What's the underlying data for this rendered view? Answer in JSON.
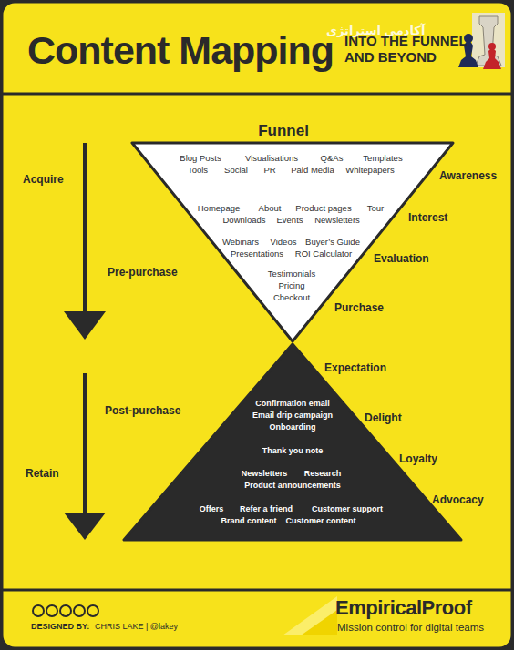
{
  "diagram": {
    "title": "Content Mapping",
    "nodes": [
      {
        "text": [
          "Funnel",
          "Blog Posts",
          "Visualisations",
          "Q&As",
          "Templates",
          "Tools",
          "Social",
          "PR",
          "Paid Media",
          "Whitepapers",
          "Homepage",
          "About",
          "Product pages",
          "Tour",
          "Downloads",
          "Events",
          "Newsletters",
          "Webinars",
          "Videos",
          "Buyer’s Guide",
          "Presentations",
          "ROI Calculator",
          "Testimonials",
          "Pricing",
          "Checkout"
        ]
      },
      {
        "text": [
          "Confirmation email",
          "Email drip campaign",
          "Onboarding",
          "Thank you note",
          "Newsletters",
          "Research",
          "Product announcements",
          "Offers",
          "Refer a friend",
          "Customer support",
          "Brand content",
          "Customer content"
        ]
      }
    ],
    "labels": [
      "INTO THE FUNNEL",
      "AND BEYOND",
      "آکادمی استراتژی",
      "Acquire",
      "Pre-purchase",
      "Post-purchase",
      "Retain",
      "Awareness",
      "Interest",
      "Evaluation",
      "Purchase",
      "Expectation",
      "Delight",
      "Loyalty",
      "Advocacy",
      "DESIGNED BY:",
      "CHRIS LAKE | @lakey",
      "EmpiricalProof",
      "Mission control for digital teams"
    ]
  }
}
